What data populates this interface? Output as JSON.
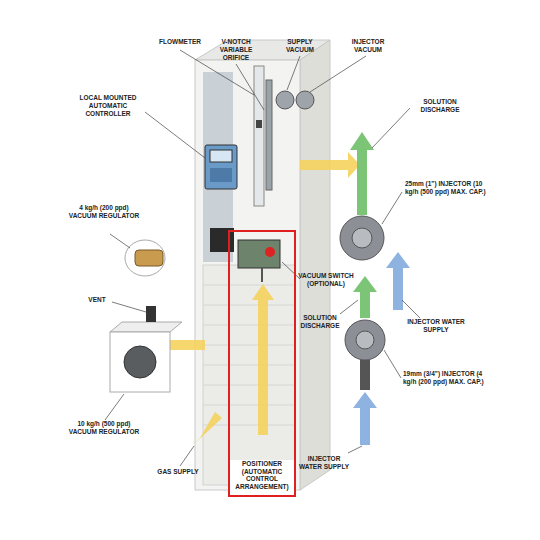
{
  "diagram": {
    "nodes": [
      {
        "text": [
          "POSITIONER (AUTOMATIC CONTROL ARRANGEMENT)"
        ]
      }
    ],
    "labels": [
      "FLOWMETER",
      "V-NOTCH VARIABLE ORIFICE",
      "SUPPLY VACUUM",
      "INJECTOR VACUUM",
      "LOCAL MOUNTED AUTOMATIC CONTROLLER",
      "SOLUTION DISCHARGE",
      "25mm (1\") INJECTOR (10 kg/h (500 ppd) MAX. CAP.)",
      "4 kg/h (200 ppd) VACUUM REGULATOR",
      "VACUUM SWITCH (OPTIONAL)",
      "VENT",
      "SOLUTION DISCHARGE",
      "INJECTOR WATER SUPPLY",
      "19mm (3/4\") INJECTOR (4 kg/h (200 ppd) MAX. CAP.)",
      "10 kg/h (500 ppd) VACUUM REGULATOR",
      "GAS SUPPLY",
      "INJECTOR WATER SUPPLY"
    ]
  }
}
